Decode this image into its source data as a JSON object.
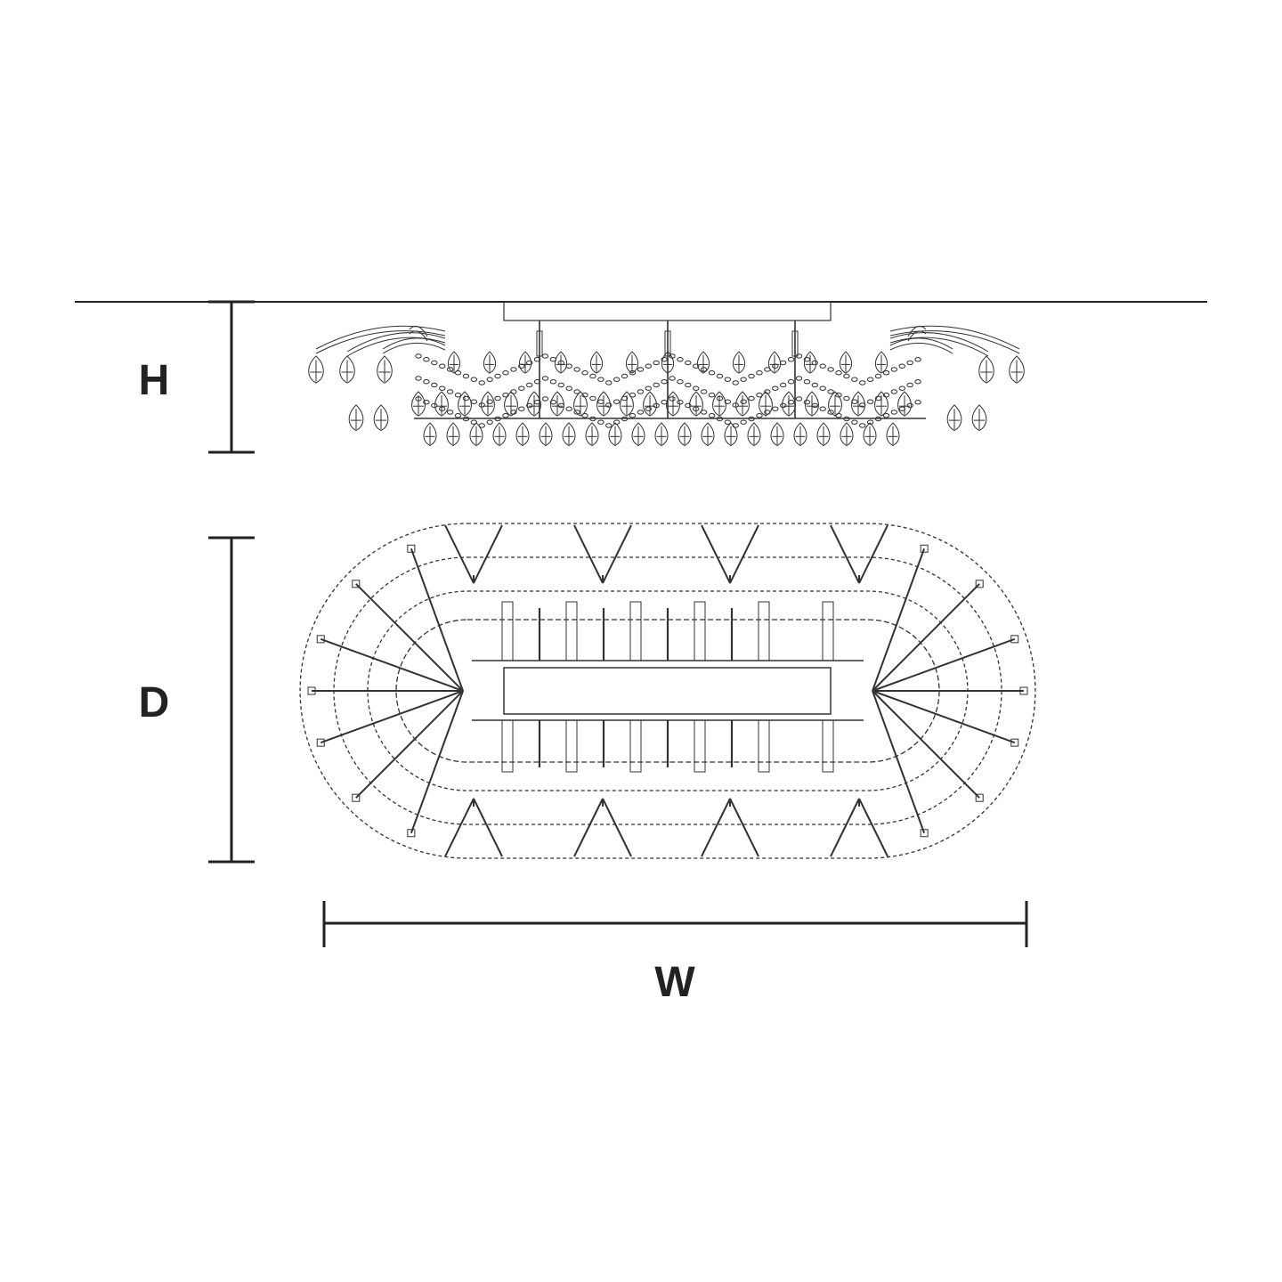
{
  "dimension_labels": {
    "height": "H",
    "depth": "D",
    "width": "W"
  },
  "colors": {
    "line": "#222222",
    "background": "#ffffff"
  }
}
